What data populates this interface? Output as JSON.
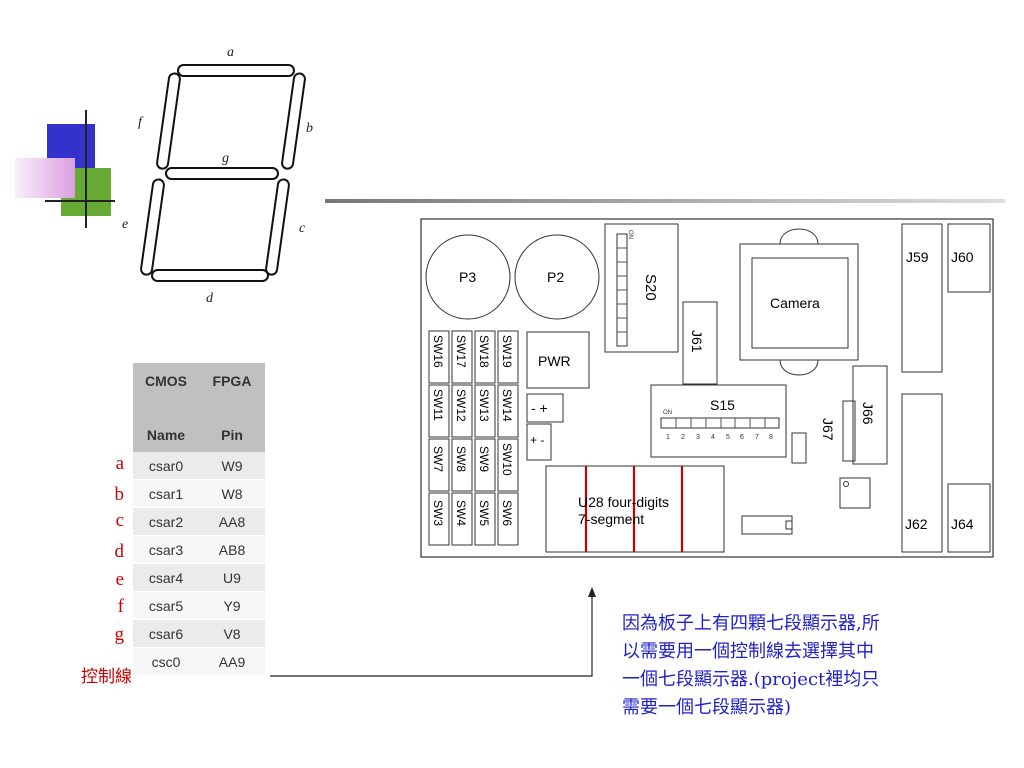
{
  "segment_diagram": {
    "labels": [
      "a",
      "b",
      "c",
      "d",
      "e",
      "f",
      "g"
    ]
  },
  "pin_table": {
    "headers": [
      [
        "CMOS",
        "Name"
      ],
      [
        "FPGA",
        "Pin"
      ]
    ],
    "rows": [
      {
        "label": "a",
        "name": "csar0",
        "pin": "W9"
      },
      {
        "label": "b",
        "name": "csar1",
        "pin": "W8"
      },
      {
        "label": "c",
        "name": "csar2",
        "pin": "AA8"
      },
      {
        "label": "d",
        "name": "csar3",
        "pin": "AB8"
      },
      {
        "label": "e",
        "name": "csar4",
        "pin": "U9"
      },
      {
        "label": "f",
        "name": "csar5",
        "pin": "Y9"
      },
      {
        "label": "g",
        "name": "csar6",
        "pin": "V8"
      },
      {
        "label": "控制線",
        "name": "csc0",
        "pin": "AA9"
      }
    ]
  },
  "board": {
    "p3": "P3",
    "p2": "P2",
    "s20": "S20",
    "on_small": "ON",
    "camera": "Camera",
    "j59": "J59",
    "j60": "J60",
    "j61": "J61",
    "pwr": "PWR",
    "s15": "S15",
    "j66": "J66",
    "j67": "J67",
    "j62": "J62",
    "j64": "J64",
    "minus_plus": "- +",
    "plus_minus": "+ -",
    "u28_line1": "U28 four-digits",
    "u28_line2": "7-segment",
    "switches_row1": [
      "SW16",
      "SW17",
      "SW18",
      "SW19"
    ],
    "switches_row2": [
      "SW11",
      "SW12",
      "SW13",
      "SW14"
    ],
    "switches_row3": [
      "SW7",
      "SW8",
      "SW9",
      "SW10"
    ],
    "switches_row4": [
      "SW3",
      "SW4",
      "SW5",
      "SW6"
    ],
    "dip_numbers": [
      "1",
      "2",
      "3",
      "4",
      "5",
      "6",
      "7",
      "8"
    ]
  },
  "note": {
    "lines": [
      "因為板子上有四顆七段顯示器,所",
      "以需要用一個控制線去選擇其中",
      "一個七段顯示器.(project裡均只",
      "需要一個七段顯示器)"
    ]
  },
  "colors": {
    "label_red": "#cc0000",
    "note_blue": "#1f1fcc",
    "deco_blue": "#3333cc",
    "deco_green": "#66aa33",
    "deco_pink": "#e6b3e6"
  }
}
